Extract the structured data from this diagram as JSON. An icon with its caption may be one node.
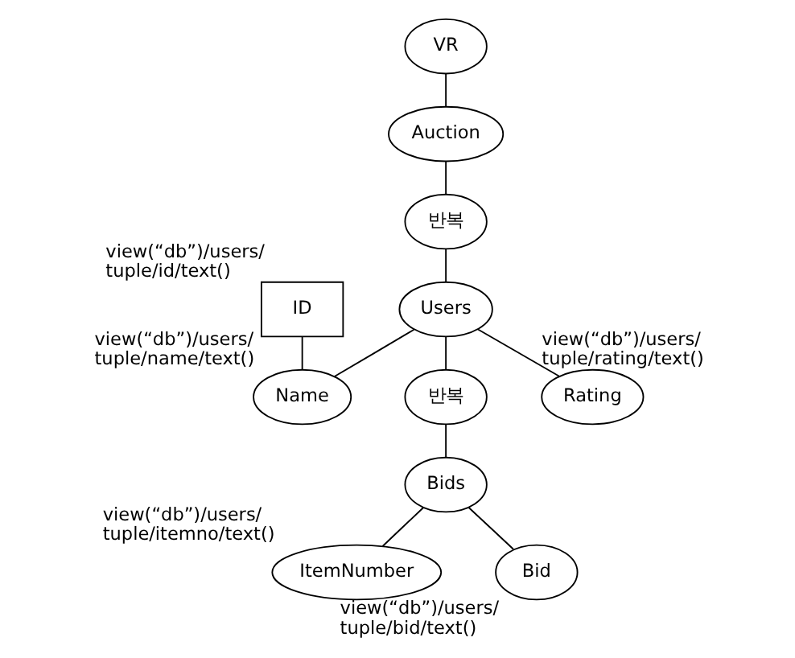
{
  "diagram": {
    "nodes": [
      {
        "text": [
          "VR"
        ]
      },
      {
        "text": [
          "Auction"
        ]
      },
      {
        "text": [
          "반복"
        ]
      },
      {
        "text": [
          "Users"
        ]
      },
      {
        "text": [
          "ID"
        ],
        "beside": [
          "view(“db”)/users/ tuple/id/text()"
        ]
      },
      {
        "text": [
          "Name"
        ],
        "beside": [
          "view(“db”)/users/ tuple/name/text()"
        ]
      },
      {
        "text": [
          "반복"
        ]
      },
      {
        "text": [
          "Rating"
        ],
        "beside": [
          "view(“db”)/users/ tuple/rating/text()"
        ]
      },
      {
        "text": [
          "Bids"
        ]
      },
      {
        "text": [
          "ItemNumber"
        ],
        "beside": [
          "view(“db”)/users/ tuple/itemno/text()"
        ]
      },
      {
        "text": [
          "Bid"
        ],
        "beside": [
          "view(“db”)/users/ tuple/bid/text()"
        ]
      }
    ],
    "edges": [
      {
        "from": 0,
        "to": 1,
        "arrow": "none"
      },
      {
        "from": 1,
        "to": 2,
        "arrow": "none"
      },
      {
        "from": 2,
        "to": 3,
        "arrow": "none"
      },
      {
        "from": 3,
        "to": 5,
        "arrow": "none"
      },
      {
        "from": 4,
        "to": 5,
        "arrow": "none"
      },
      {
        "from": 3,
        "to": 6,
        "arrow": "none"
      },
      {
        "from": 3,
        "to": 7,
        "arrow": "none"
      },
      {
        "from": 6,
        "to": 8,
        "arrow": "none"
      },
      {
        "from": 8,
        "to": 9,
        "arrow": "none"
      },
      {
        "from": 8,
        "to": 10,
        "arrow": "none"
      }
    ]
  }
}
